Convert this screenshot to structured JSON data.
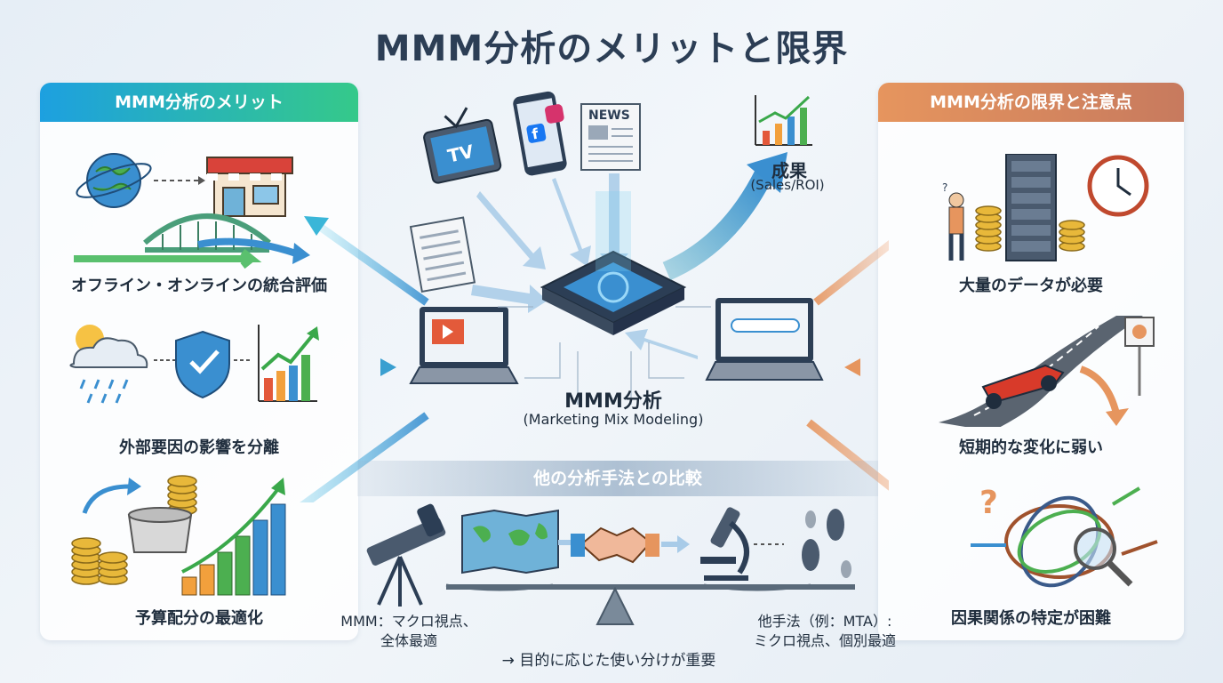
{
  "title": "MMM分析のメリットと限界",
  "merits": {
    "header": "MMM分析のメリット",
    "items": [
      {
        "label": "オフライン・オンラインの統合評価"
      },
      {
        "label": "外部要因の影響を分離"
      },
      {
        "label": "予算配分の最適化"
      }
    ]
  },
  "limits": {
    "header": "MMM分析の限界と注意点",
    "items": [
      {
        "label": "大量のデータが必要"
      },
      {
        "label": "短期的な変化に弱い"
      },
      {
        "label": "因果関係の特定が困難"
      }
    ]
  },
  "center": {
    "model_name": "MMM分析",
    "model_full": "(Marketing Mix Modeling)",
    "outcome_title": "成果",
    "outcome_sub": "(Sales/ROI)",
    "tv_label": "TV",
    "news_label": "NEWS"
  },
  "comparison": {
    "banner": "他の分析手法との比較",
    "mmm_line1": "MMM：マクロ視点、",
    "mmm_line2": "全体最適",
    "other_line1": "他手法（例：MTA）:",
    "other_line2": "ミクロ視点、個別最適",
    "conclusion": "→ 目的に応じた使い分けが重要"
  },
  "colors": {
    "merit_accent": "#1da0e0",
    "merit_accent2": "#35c98a",
    "limit_accent": "#e6955e",
    "title_color": "#2c3e55"
  }
}
